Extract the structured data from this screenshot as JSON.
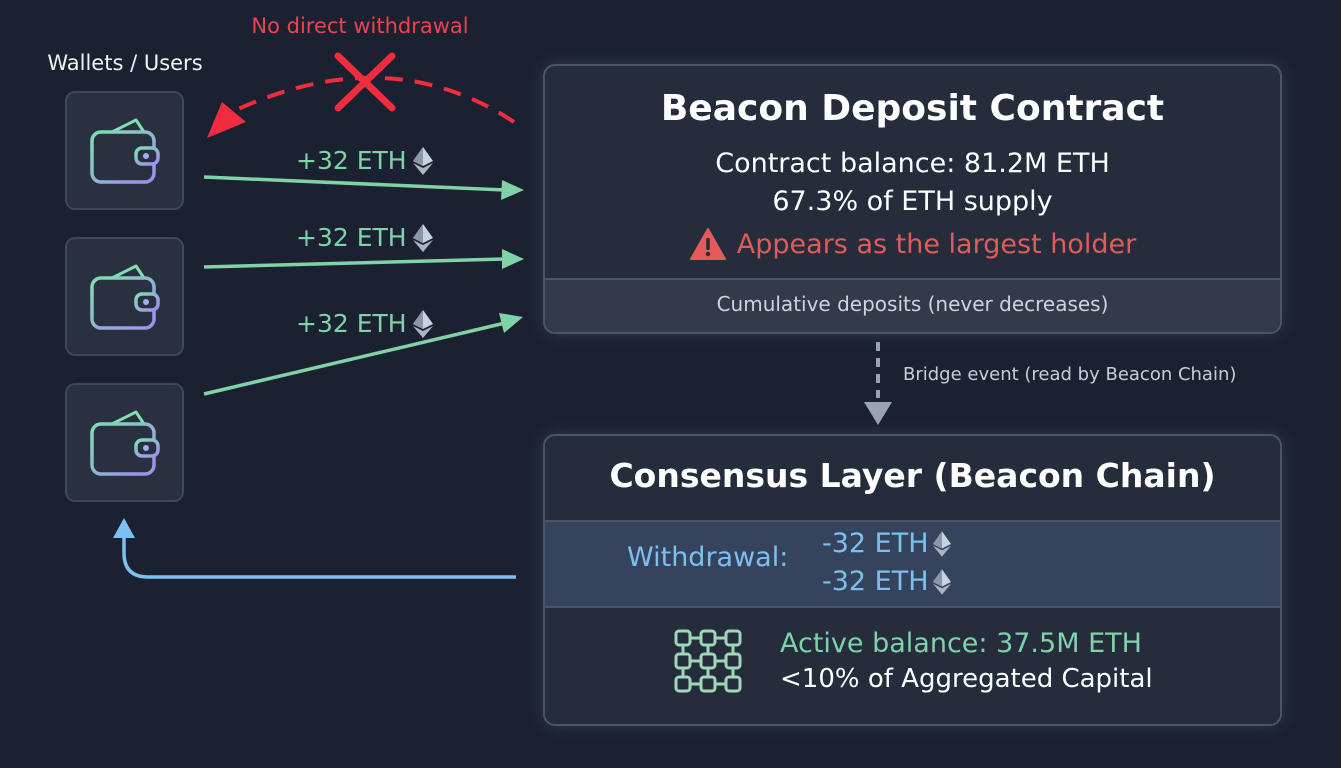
{
  "wallets": {
    "label": "Wallets / Users",
    "count": 3
  },
  "deposits": [
    {
      "label": "+32 ETH"
    },
    {
      "label": "+32 ETH"
    },
    {
      "label": "+32 ETH"
    }
  ],
  "no_withdrawal": {
    "label": "No direct withdrawal",
    "color": "#ef4150"
  },
  "deposit_contract": {
    "title": "Beacon Deposit Contract",
    "balance": "Contract balance: 81.2M ETH",
    "supply_share": "67.3% of ETH supply",
    "warning": "Appears as the largest holder",
    "footer": "Cumulative deposits (never decreases)"
  },
  "bridge": {
    "label": "Bridge event (read by Beacon Chain)"
  },
  "consensus_layer": {
    "title": "Consensus Layer (Beacon Chain)",
    "withdrawal_label": "Withdrawal:",
    "withdrawals": [
      "-32 ETH",
      "-32 ETH"
    ],
    "active_balance": "Active balance: 37.5M ETH",
    "aggregated": "<10% of Aggregated Capital"
  },
  "colors": {
    "background": "#1b2130",
    "deposit_green": "#7fd3a8",
    "withdraw_blue": "#7cc0f0",
    "warning_red": "#e15b5b"
  },
  "icons": [
    "wallet-icon",
    "ethereum-icon",
    "warning-icon",
    "cross-icon",
    "blockchain-icon"
  ]
}
